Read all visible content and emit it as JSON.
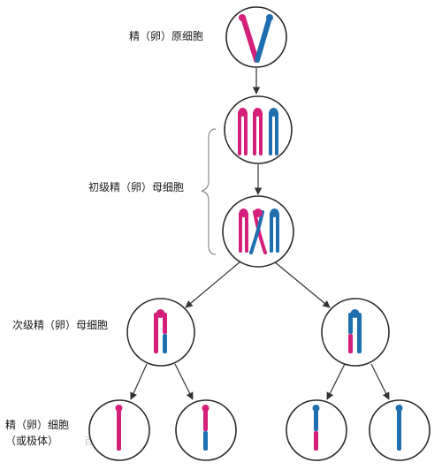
{
  "labels": {
    "germ_cell": "精（卵）原细胞",
    "primary": "初级精（卵）母细胞",
    "secondary": "次级精（卵）母细胞",
    "gamete_line1": "精（卵）细胞",
    "gamete_line2": "（或极体）"
  },
  "watermark": "百度",
  "colors": {
    "magenta": "#d4207a",
    "blue": "#1e6fb0",
    "outline": "#2a2a2a"
  }
}
